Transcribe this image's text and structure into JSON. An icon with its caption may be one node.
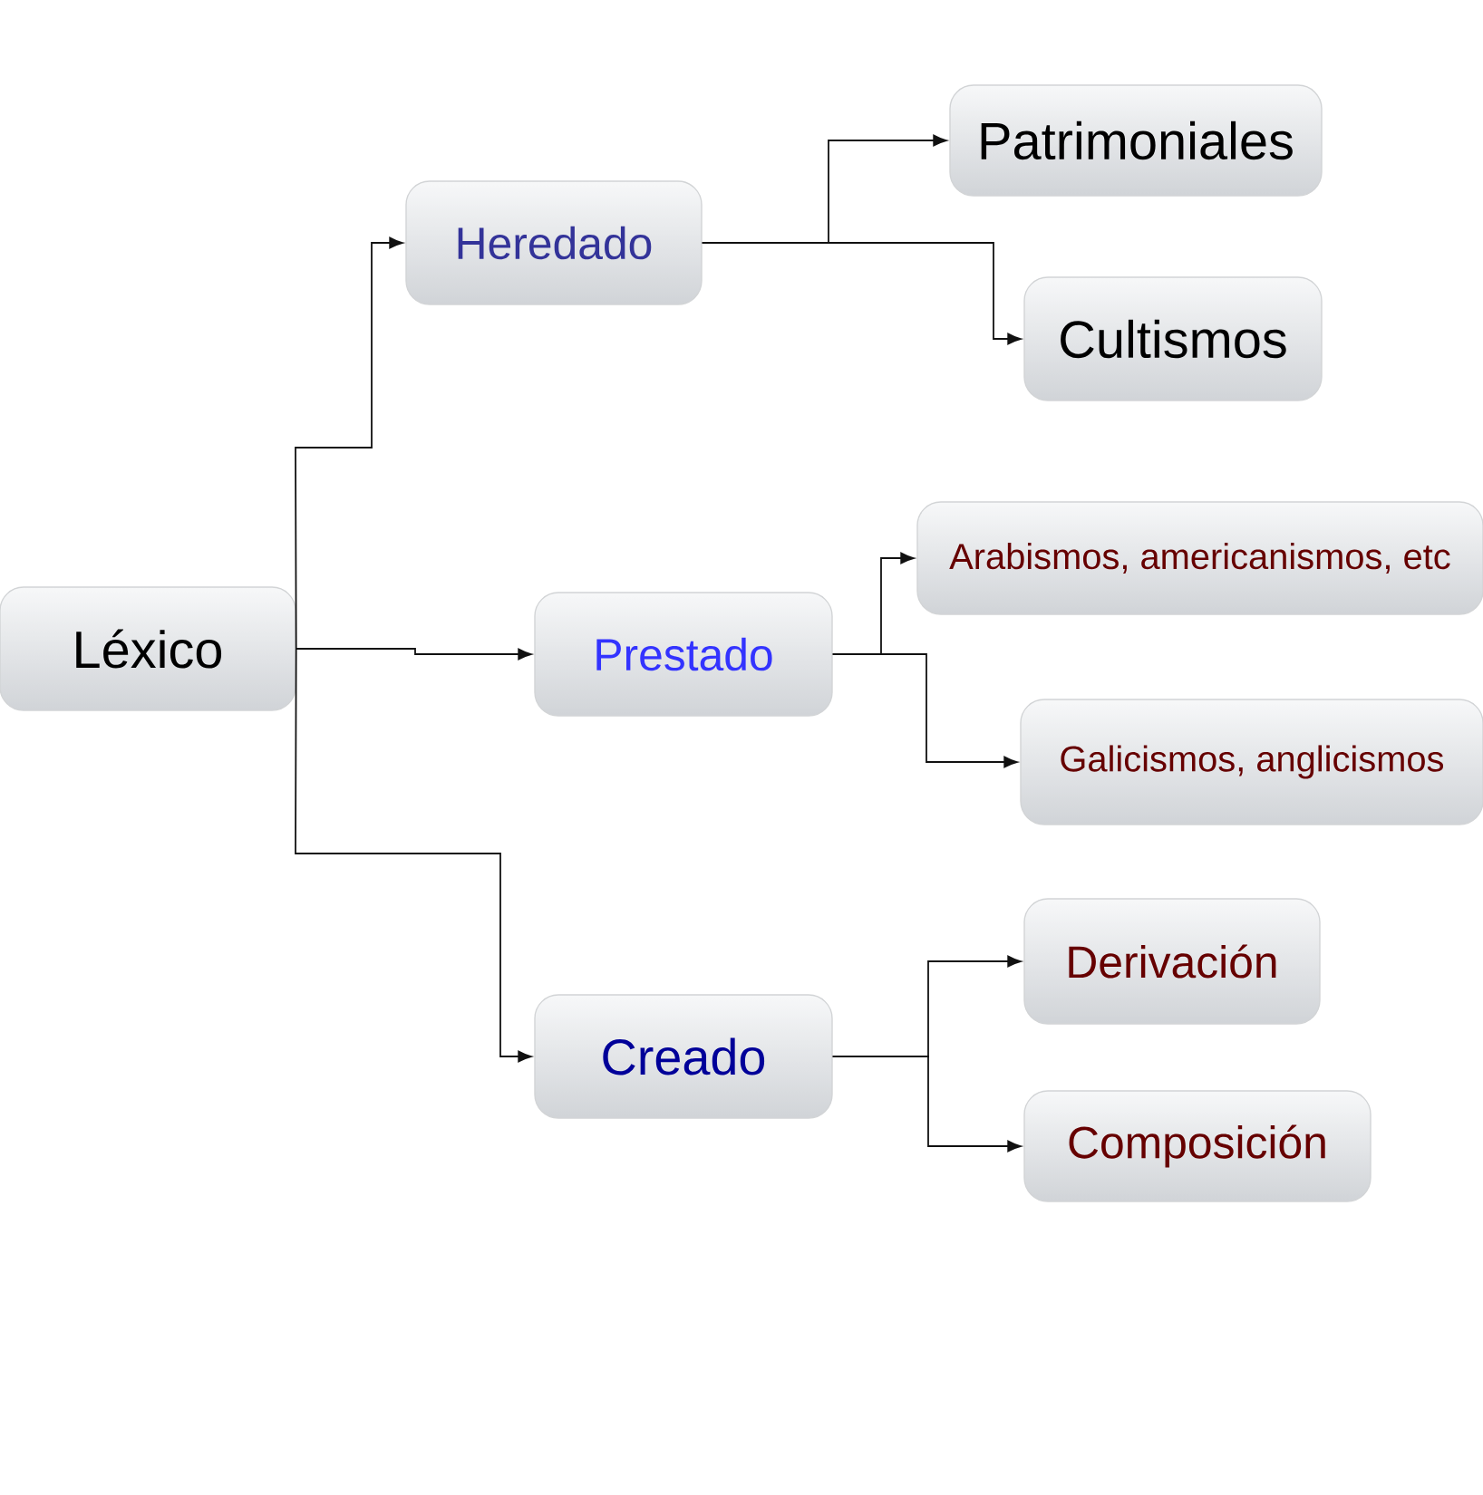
{
  "diagram": {
    "nodes": [
      {
        "text": [
          "Léxico"
        ]
      },
      {
        "text": [
          "Heredado"
        ]
      },
      {
        "text": [
          "Patrimoniales"
        ]
      },
      {
        "text": [
          "Cultismos"
        ]
      },
      {
        "text": [
          "Prestado"
        ]
      },
      {
        "text": [
          "Arabismos, americanismos, etc"
        ]
      },
      {
        "text": [
          "Galicismos, anglicismos"
        ]
      },
      {
        "text": [
          "Creado"
        ]
      },
      {
        "text": [
          "Derivación"
        ]
      },
      {
        "text": [
          "Composición"
        ]
      }
    ],
    "edges": [
      {
        "from": 0,
        "to": 1,
        "arrow": "to"
      },
      {
        "from": 0,
        "to": 4,
        "arrow": "to"
      },
      {
        "from": 0,
        "to": 7,
        "arrow": "to"
      },
      {
        "from": 1,
        "to": 2,
        "arrow": "to"
      },
      {
        "from": 1,
        "to": 3,
        "arrow": "to"
      },
      {
        "from": 4,
        "to": 5,
        "arrow": "to"
      },
      {
        "from": 4,
        "to": 6,
        "arrow": "to"
      },
      {
        "from": 7,
        "to": 8,
        "arrow": "to"
      },
      {
        "from": 7,
        "to": 9,
        "arrow": "to"
      }
    ]
  }
}
